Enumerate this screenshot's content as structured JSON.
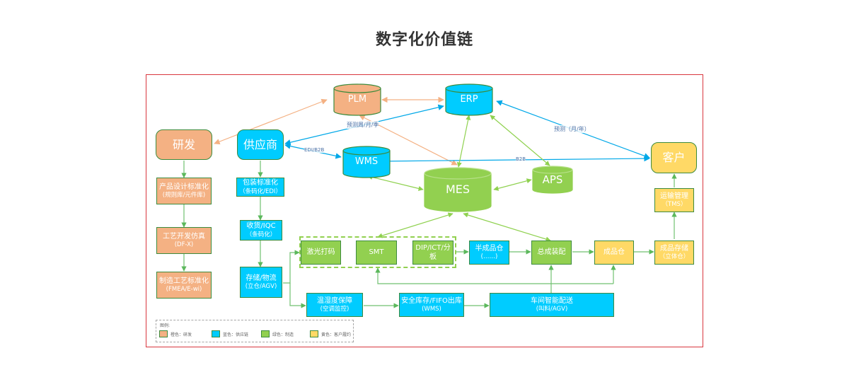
{
  "title": "数字化价值链",
  "colors": {
    "orange": "#f4b183",
    "blue": "#00ccff",
    "green": "#92d050",
    "yellow": "#ffd966",
    "frame": "#d9363e",
    "arrow_green": "#70c070",
    "arrow_blue": "#00a8e8",
    "arrow_orange": "#f4b183"
  },
  "systems": {
    "plm": "PLM",
    "erp": "ERP",
    "wms": "WMS",
    "mes": "MES",
    "aps": "APS"
  },
  "actors": {
    "rd": "研发",
    "supplier": "供应商",
    "customer": "客户"
  },
  "rd_chain": [
    {
      "l1": "产品设计标准化",
      "l2": "(规则库/元件库)"
    },
    {
      "l1": "工艺开发仿真",
      "l2": "(DF-X)"
    },
    {
      "l1": "制造工艺标准化",
      "l2": "(FMEA/E-wi)"
    }
  ],
  "supply_chain": [
    {
      "l1": "包装标准化",
      "l2": "（条码化/EDI）"
    },
    {
      "l1": "收货/IQC",
      "l2": "（条码化）"
    },
    {
      "l1": "存储/物流",
      "l2": "(立仓/AGV)"
    }
  ],
  "manufacturing": [
    {
      "l1": "激光打码"
    },
    {
      "l1": "SMT"
    },
    {
      "l1": "DIP/ICT/分板"
    }
  ],
  "semi_wh": {
    "l1": "半成品仓",
    "l2": "(……)"
  },
  "assembly": {
    "l1": "总成装配"
  },
  "fg_wh": {
    "l1": "成品仓"
  },
  "fg_storage": {
    "l1": "成品存储",
    "l2": "（立体仓）"
  },
  "tms": {
    "l1": "运输管理",
    "l2": "（TMS）"
  },
  "logistics": [
    {
      "l1": "温湿度保障",
      "l2": "(空调监控)"
    },
    {
      "l1": "安全库存/FIFO出库",
      "l2": "(WMS)"
    },
    {
      "l1": "车间智能配送",
      "l2": "(叫料/AGV)"
    }
  ],
  "link_labels": {
    "forecast_plm": "预测周/月/季",
    "edi_b2b": "EDI/B2B",
    "forecast_erp": "预测（月/年）",
    "b2b": "B2B"
  },
  "legend": {
    "title": "图例:",
    "items": [
      {
        "label": "橙色：研发",
        "color": "#f4b183"
      },
      {
        "label": "蓝色：供应链",
        "color": "#00ccff"
      },
      {
        "label": "绿色：制造",
        "color": "#92d050"
      },
      {
        "label": "黄色：客户履约",
        "color": "#ffd966"
      }
    ]
  }
}
